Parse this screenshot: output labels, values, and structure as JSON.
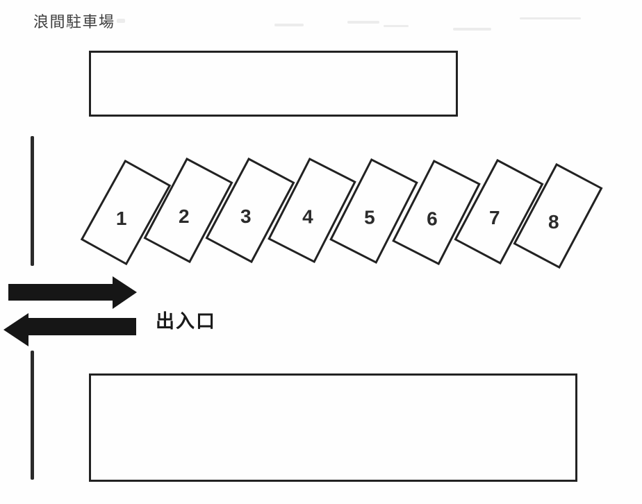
{
  "title": "浪間駐車場",
  "entrance": {
    "label": "出入口"
  },
  "spaces": [
    {
      "label": "1"
    },
    {
      "label": "2"
    },
    {
      "label": "3"
    },
    {
      "label": "4"
    },
    {
      "label": "5"
    },
    {
      "label": "6"
    },
    {
      "label": "7"
    },
    {
      "label": "8"
    }
  ],
  "arrows": {
    "in_icon": "arrow-right",
    "out_icon": "arrow-left"
  },
  "colors": {
    "line": "#222222",
    "arrow": "#161616",
    "title_text": "#3d3d3d",
    "label_text": "#1a1a1a",
    "number_text": "#2b2b2b",
    "background": "#fefefe"
  }
}
